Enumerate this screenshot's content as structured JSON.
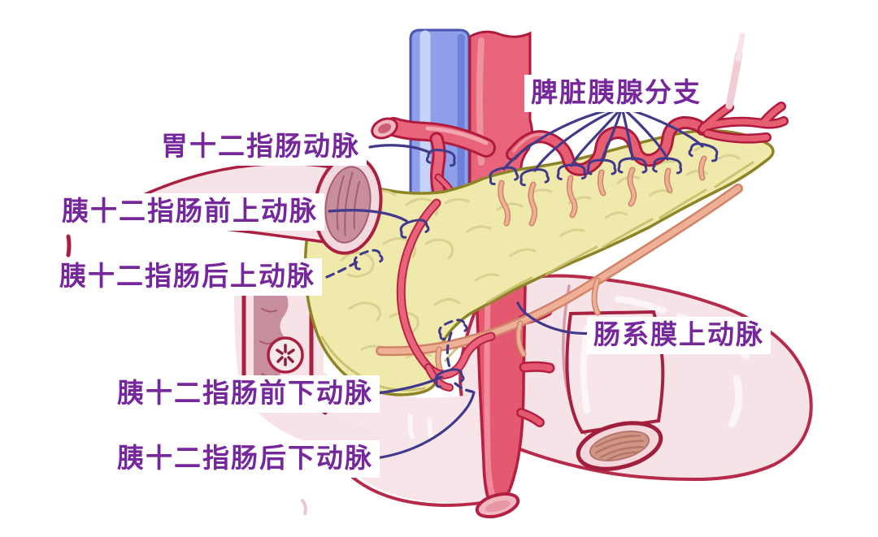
{
  "labels": {
    "gastroduodenal_artery": "胃十二指肠动脉",
    "splenic_pancreatic_branches": "脾脏胰腺分支",
    "anterior_superior_pancreaticoduodenal_artery": "胰十二指肠前上动脉",
    "posterior_superior_pancreaticoduodenal_artery": "胰十二指肠后上动脉",
    "superior_mesenteric_artery": "肠系膜上动脉",
    "anterior_inferior_pancreaticoduodenal_artery": "胰十二指肠前下动脉",
    "posterior_inferior_pancreaticoduodenal_artery": "胰十二指肠后下动脉"
  },
  "colors": {
    "label_text": "#76279b",
    "leader_line": "#413a8c",
    "artery_fill": "#e8647a",
    "artery_outline": "#b01b3d",
    "vein_fill": "#8f9fe9",
    "vein_outline": "#4a55ae",
    "pancreas_fill": "#efeaac",
    "pancreas_outline": "#8c8427",
    "bowel_fill": "#f6e3e8",
    "bowel_outline": "#b62a4a",
    "mucosa_fill": "#c98e9d",
    "salmon_vessel": "#eeb197",
    "background": "#ffffff"
  }
}
